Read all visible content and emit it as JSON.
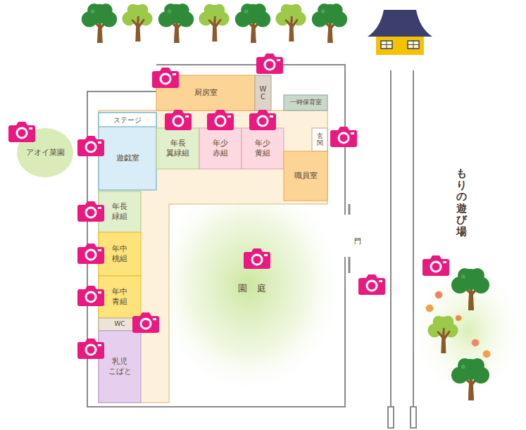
{
  "diagram": {
    "nodes": [
      {
        "text": [
          "厨房室"
        ]
      },
      {
        "text": [
          "WC"
        ]
      },
      {
        "text": [
          "一時保育室"
        ]
      },
      {
        "text": [
          "遊戯室"
        ]
      },
      {
        "text": [
          "ステージ"
        ],
        "in": 3
      },
      {
        "text": [
          "年長 翼緑組"
        ]
      },
      {
        "text": [
          "年少 赤組"
        ]
      },
      {
        "text": [
          "年少 黄組"
        ]
      },
      {
        "text": [
          "玄関"
        ]
      },
      {
        "text": [
          "職員室"
        ]
      },
      {
        "text": [
          "年長 緑組"
        ]
      },
      {
        "text": [
          "年中 桃組"
        ]
      },
      {
        "text": [
          "年中 青組"
        ]
      },
      {
        "text": [
          "WC"
        ]
      },
      {
        "text": [
          "乳児 こぱと"
        ]
      },
      {
        "text": [
          "アオイ菜園"
        ]
      },
      {
        "text": [
          "園庭"
        ]
      }
    ],
    "labels": [
      "門",
      "もりの遊び場"
    ]
  }
}
